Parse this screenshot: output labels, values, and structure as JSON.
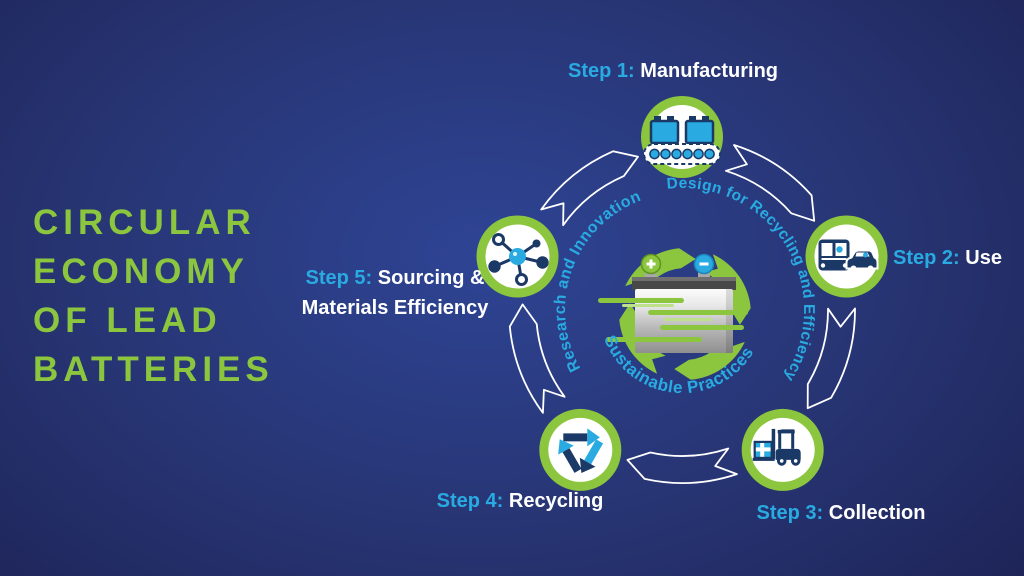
{
  "title": {
    "lines": [
      "CIRCULAR",
      "ECONOMY",
      "OF LEAD",
      "BATTERIES"
    ]
  },
  "steps": [
    {
      "prefix": "Step 1:",
      "label": "Manufacturing",
      "icon": "conveyor-batteries-icon"
    },
    {
      "prefix": "Step 2:",
      "label": "Use",
      "icon": "bus-car-icon"
    },
    {
      "prefix": "Step 3:",
      "label": "Collection",
      "icon": "forklift-icon"
    },
    {
      "prefix": "Step 4:",
      "label": "Recycling",
      "icon": "recycling-arrows-icon"
    },
    {
      "prefix": "Step 5:",
      "label": "Sourcing &",
      "label2": "Materials Efficiency",
      "icon": "molecule-icon"
    }
  ],
  "center": {
    "ring_texts": {
      "design": "Design for Recycling and Efficiency",
      "research": "Research and Innovation",
      "sustainable": "Sustainable Practices"
    },
    "battery_terminals": {
      "positive": "+",
      "negative": "−"
    },
    "icons": [
      "battery-icon",
      "cycle-arrows-icon",
      "plus-terminal-icon",
      "minus-terminal-icon"
    ]
  },
  "colors": {
    "green": "#8CC63F",
    "blue": "#29ABE2",
    "navy": "#1B3966",
    "white": "#FFFFFF",
    "bgCenter": "#2E4494",
    "bgEdge": "#1C2254"
  }
}
